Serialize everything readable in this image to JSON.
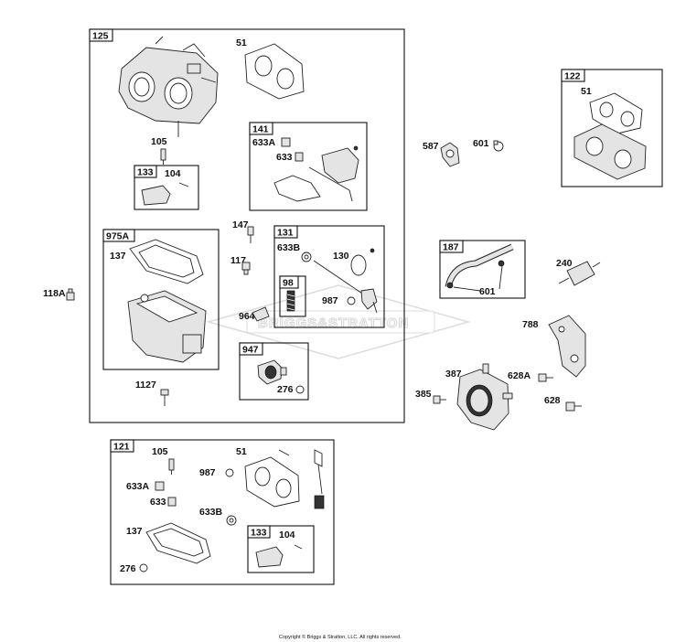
{
  "watermark": "BRIGGS&STRATTON",
  "copyright": "Copyright © Briggs & Stratton, LLC. All rights reserved.",
  "groups": {
    "g125": "125",
    "g141": "141",
    "g133a": "133",
    "g975a": "975A",
    "g131": "131",
    "g98": "98",
    "g947": "947",
    "g121": "121",
    "g133b": "133",
    "g122": "122",
    "g187": "187"
  },
  "labels": {
    "l51a": "51",
    "l105a": "105",
    "l104a": "104",
    "l633Aa": "633A",
    "l633a": "633",
    "l137a": "137",
    "l147": "147",
    "l117": "117",
    "l633Ba": "633B",
    "l130": "130",
    "l987a": "987",
    "l964": "964",
    "l276a": "276",
    "l1127": "1127",
    "l118A": "118A",
    "l587": "587",
    "l601a": "601",
    "l51b": "51",
    "l601b": "601",
    "l240": "240",
    "l788": "788",
    "l387": "387",
    "l628A": "628A",
    "l628": "628",
    "l385": "385",
    "l105b": "105",
    "l987b": "987",
    "l51c": "51",
    "l633Ab": "633A",
    "l633b": "633",
    "l633Bb": "633B",
    "l137b": "137",
    "l104b": "104",
    "l276b": "276"
  }
}
